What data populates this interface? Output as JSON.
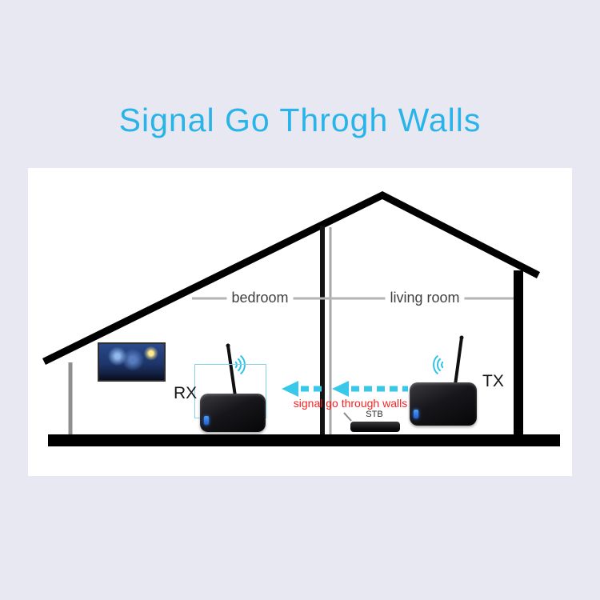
{
  "title": "Signal Go Throgh Walls",
  "diagram": {
    "room_labels": {
      "bedroom": "bedroom",
      "living_room": "living room"
    },
    "device_labels": {
      "rx": "RX",
      "tx": "TX",
      "stb": "STB"
    },
    "signal_caption": "signal go through walls"
  },
  "colors": {
    "page_background": "#e8e8f2",
    "title_blue": "#29b4e9",
    "signal_cyan": "#38c9ea",
    "caption_red": "#f92222",
    "structure_black": "#000000",
    "wall_gray": "#a8a8a8",
    "led_blue": "#3b82f6"
  }
}
